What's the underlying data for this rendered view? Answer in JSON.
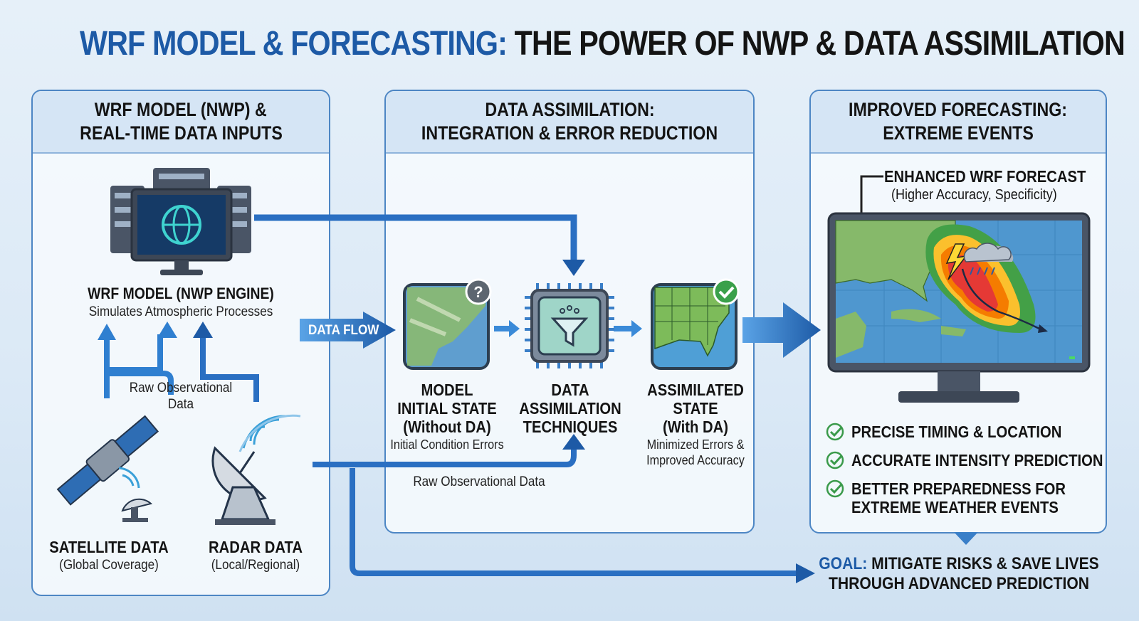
{
  "title": {
    "part1": "WRF MODEL & FORECASTING:",
    "part2": "THE POWER OF NWP & DATA ASSIMILATION"
  },
  "panels": {
    "left": {
      "header": [
        "WRF MODEL (NWP) &",
        "REAL-TIME DATA INPUTS"
      ],
      "engine_title": "WRF MODEL (NWP ENGINE)",
      "engine_sub": "Simulates Atmospheric Processes",
      "raw_label": [
        "Raw Observational",
        "Data"
      ],
      "satellite": {
        "title": "SATELLITE DATA",
        "sub": "(Global Coverage)"
      },
      "radar": {
        "title": "RADAR DATA",
        "sub": "(Local/Regional)"
      }
    },
    "middle": {
      "header": [
        "DATA ASSIMILATION:",
        "INTEGRATION & ERROR REDUCTION"
      ],
      "data_flow": "DATA FLOW",
      "steps": [
        {
          "lines": [
            "MODEL",
            "INITIAL STATE",
            "(Without DA)"
          ],
          "note": [
            "Initial Condition Errors"
          ],
          "badge": "question-icon"
        },
        {
          "lines": [
            "DATA",
            "ASSIMILATION",
            "TECHNIQUES"
          ],
          "note": [],
          "badge": "funnel-icon"
        },
        {
          "lines": [
            "ASSIMILATED",
            "STATE",
            "(With DA)"
          ],
          "note": [
            "Minimized Errors &",
            "Improved Accuracy"
          ],
          "badge": "check-icon"
        }
      ],
      "raw_label": "Raw Observational Data"
    },
    "right": {
      "header": [
        "IMPROVED FORECASTING:",
        "EXTREME EVENTS"
      ],
      "forecast_title": "ENHANCED WRF FORECAST",
      "forecast_sub": "(Higher Accuracy, Specificity)",
      "benefits": [
        [
          "PRECISE TIMING & LOCATION"
        ],
        [
          "ACCURATE INTENSITY PREDICTION"
        ],
        [
          "BETTER PREPAREDNESS FOR",
          "EXTREME WEATHER EVENTS"
        ]
      ]
    }
  },
  "goal": {
    "label": "GOAL:",
    "line1": "MITIGATE RISKS & SAVE LIVES",
    "line2": "THROUGH ADVANCED PREDICTION"
  },
  "colors": {
    "accent": "#1d5aa6",
    "arrow": "#2f7fd0",
    "check": "#3a9a4a",
    "panel_border": "#4d86c4"
  }
}
